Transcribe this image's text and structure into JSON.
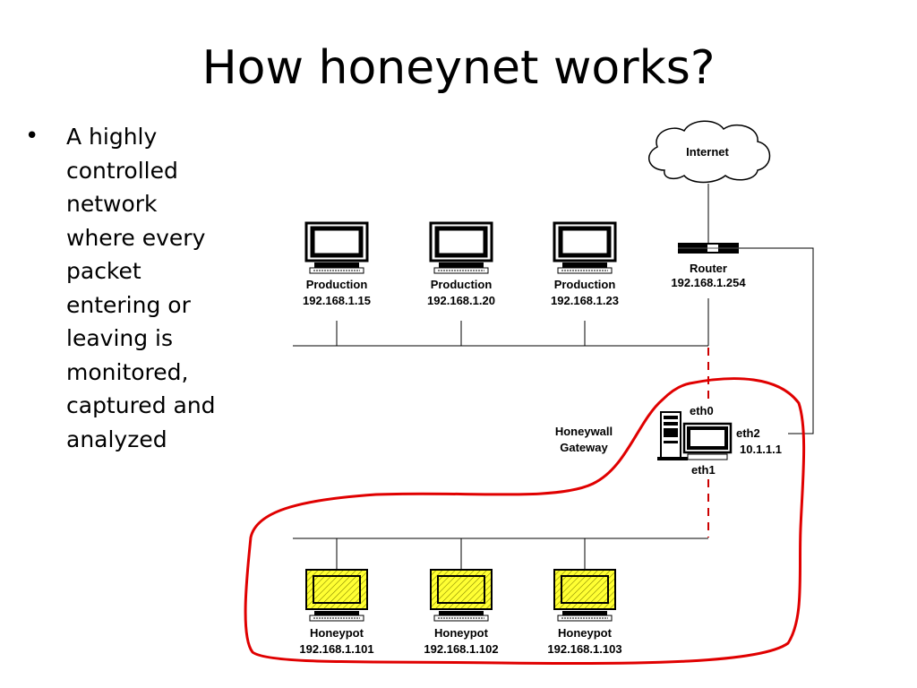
{
  "title": "How honeynet works?",
  "bullet": {
    "lines": [
      "A highly",
      "controlled",
      "network",
      "where every",
      "packet",
      "entering or",
      "leaving is",
      "monitored,",
      "captured and",
      "analyzed"
    ]
  },
  "diagram": {
    "internet_label": "Internet",
    "router": {
      "name": "Router",
      "ip": "192.168.1.254"
    },
    "production": [
      {
        "name": "Production",
        "ip": "192.168.1.15"
      },
      {
        "name": "Production",
        "ip": "192.168.1.20"
      },
      {
        "name": "Production",
        "ip": "192.168.1.23"
      }
    ],
    "gateway": {
      "label_line1": "Honeywall",
      "label_line2": "Gateway",
      "eth0": "eth0",
      "eth1": "eth1",
      "eth2": "eth2",
      "eth2_ip": "10.1.1.1"
    },
    "honeypots": [
      {
        "name": "Honeypot",
        "ip": "192.168.1.101"
      },
      {
        "name": "Honeypot",
        "ip": "192.168.1.102"
      },
      {
        "name": "Honeypot",
        "ip": "192.168.1.103"
      }
    ],
    "colors": {
      "honeypot_fill": "#ffff33",
      "highlight_outline": "#e00000",
      "dashed_link": "#cc0000"
    }
  }
}
